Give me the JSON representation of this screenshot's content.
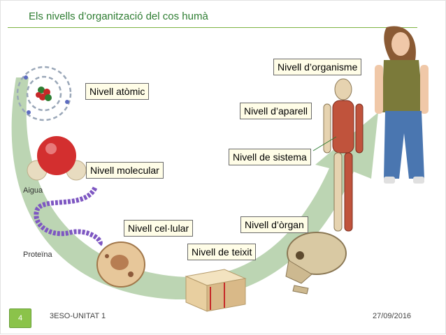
{
  "slide": {
    "title": "Els nivells d’organització del cos humà",
    "levels": {
      "atomic": "Nivell atòmic",
      "molecular": "Nivell molecular",
      "cellular": "Nivell cel·lular",
      "tissue": "Nivell de teixit",
      "organ": "Nivell d’òrgan",
      "system": "Nivell de sistema",
      "apparatus": "Nivell d’aparell",
      "organism": "Nivell d’organisme"
    },
    "captions": {
      "water": "Aigua",
      "protein": "Proteïna"
    },
    "footer": {
      "page_number": "4",
      "course": "3ESO-UNITAT 1",
      "date": "27/09/2016"
    }
  },
  "colors": {
    "accent_green": "#8bc34a",
    "title_green": "#2e7d32",
    "arc_green": "#a5c79a",
    "label_fill": "#fffde7"
  }
}
